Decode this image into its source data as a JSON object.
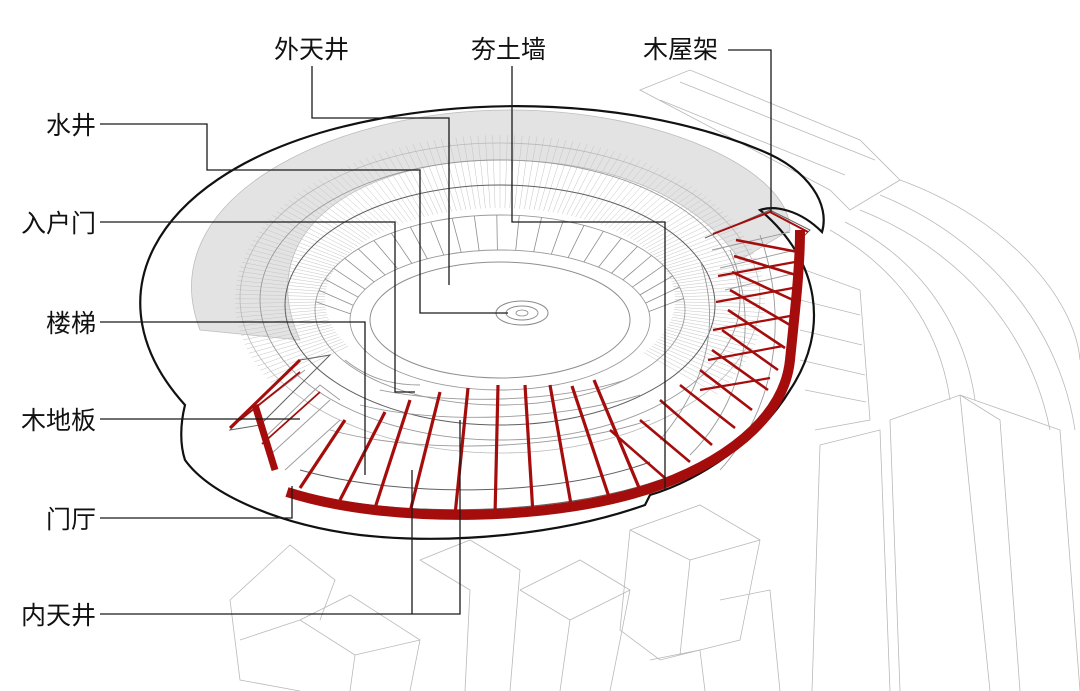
{
  "labels": {
    "outer_courtyard": "外天井",
    "rammed_earth_wall": "夯土墙",
    "timber_roof_frame": "木屋架",
    "water_well": "水井",
    "unit_entrance_door": "入户门",
    "staircase": "楼梯",
    "timber_floor": "木地板",
    "entrance_hall": "门厅",
    "inner_courtyard": "内天井"
  },
  "colors": {
    "section_cut": "#a50d0d",
    "outline": "#111111",
    "linework": "#b9b9b9",
    "background": "#ffffff"
  }
}
